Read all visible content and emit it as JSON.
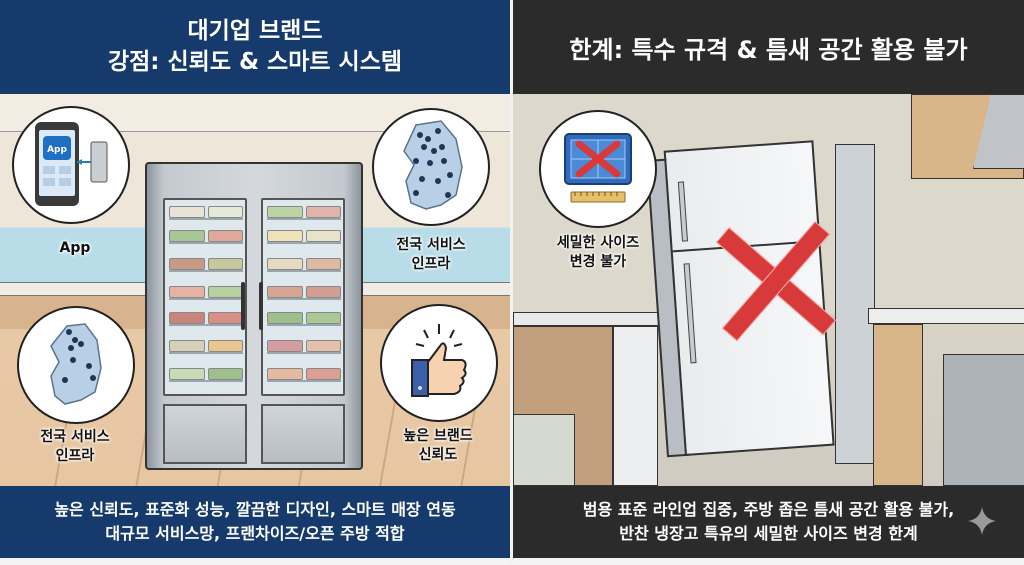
{
  "left_panel": {
    "header": {
      "line1": "대기업 브랜드",
      "line2": "강점: 신뢰도 & 스마트 시스템"
    },
    "badges": [
      {
        "id": "app",
        "icon": "smartphone-app-icon",
        "app_tile_text": "App",
        "label_line1": "App",
        "label_line2": ""
      },
      {
        "id": "service-top",
        "icon": "korea-map-pins-icon",
        "label_line1": "전국 서비스",
        "label_line2": "인프라"
      },
      {
        "id": "service-bottom",
        "icon": "korea-map-pins-icon",
        "label_line1": "전국 서비스",
        "label_line2": "인프라"
      },
      {
        "id": "trust",
        "icon": "thumbs-up-icon",
        "label_line1": "높은 브랜드",
        "label_line2": "신뢰도"
      }
    ],
    "footer": {
      "line1": "높은 신뢰도, 표준화 성능, 깔끔한 디자인, 스마트 매장 연동",
      "line2": "대규모 서비스망, 프랜차이즈/오픈 주방 적합"
    },
    "colors": {
      "header_bg": "#163a6b",
      "footer_bg": "#163a6b"
    }
  },
  "right_panel": {
    "header": {
      "line1": "한계: 특수 규격 & 틈새 공간 활용 불가"
    },
    "badges": [
      {
        "id": "size",
        "icon": "blueprint-x-ruler-icon",
        "label_line1": "세밀한 사이즈",
        "label_line2": "변경 불가"
      }
    ],
    "footer": {
      "line1": "범용 표준 라인업 집중, 주방 좁은 틈새 공간 활용 불가,",
      "line2": "반찬 냉장고 특유의 세밀한 사이즈 변경 한계"
    },
    "colors": {
      "header_bg": "#2b2b2b",
      "footer_bg": "#2b2b2b",
      "x_mark": "#d8393b"
    }
  },
  "watermark": {
    "icon": "sparkle-icon"
  }
}
